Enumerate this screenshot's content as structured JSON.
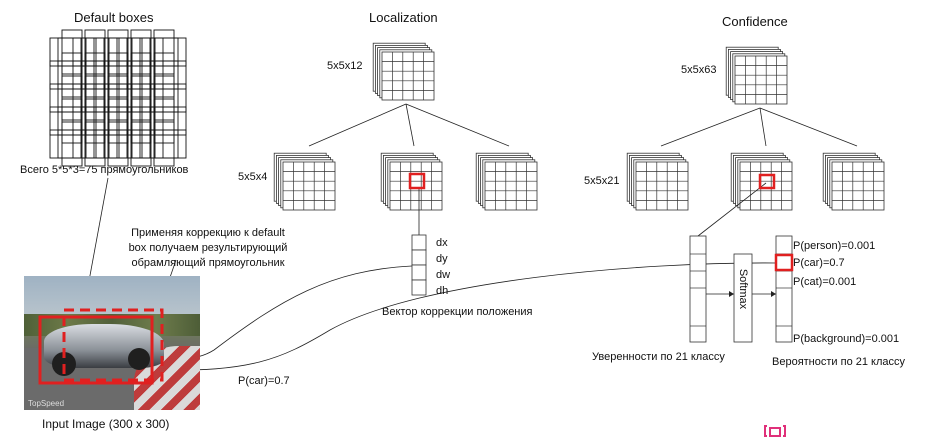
{
  "titles": {
    "default_boxes": "Default boxes",
    "localization": "Localization",
    "confidence": "Confidence"
  },
  "default_boxes_caption": "Всего 5*5*3=75 прямоугольников",
  "localization": {
    "top_dim": "5x5x12",
    "level_dim": "5x5x4",
    "offsets": [
      "dx",
      "dy",
      "dw",
      "dh"
    ],
    "vector_caption": "Вектор коррекции положения"
  },
  "confidence": {
    "top_dim": "5x5x63",
    "level_dim": "5x5x21",
    "scores_caption": "Уверенности по 21 классу",
    "softmax": "Softmax",
    "probs_caption": "Вероятности по 21 классу",
    "probs": [
      "P(person)=0.001",
      "P(car)=0.7",
      "P(cat)=0.001",
      "P(background)=0.001"
    ]
  },
  "correction_note": [
    "Применяя коррекцию к default",
    "box получаем результирующий",
    "обрамляющий прямоугольник"
  ],
  "input_caption": "Input Image (300 x 300)",
  "result_label": "P(car)=0.7",
  "photo_watermark": "TopSpeed",
  "colors": {
    "highlight": "#e02020",
    "stroke": "#222222"
  }
}
